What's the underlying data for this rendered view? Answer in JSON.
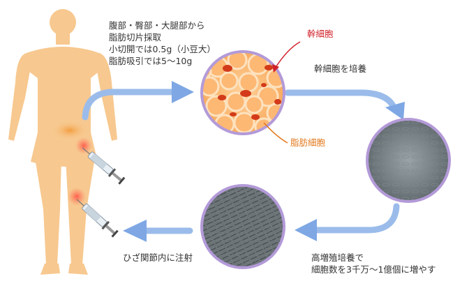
{
  "harvest_lines": [
    "腹部・臀部・大腿部から",
    "脂肪切片採取",
    "小切開では0.5g（小豆大）",
    "脂肪吸引では5〜10g"
  ],
  "stem_cell_label": "幹細胞",
  "fat_cell_label": "脂肪細胞",
  "culture_label": "幹細胞を培養",
  "expand_lines": [
    "高増殖培養で",
    "細胞数を3千万〜1億個に増やす"
  ],
  "inject_label": "ひざ関節内に注射",
  "colors": {
    "skin": "#f7c88f",
    "arrow": "#9bbcea",
    "ring": "#b39ad8",
    "stem_label": "#d0212a",
    "fat_label": "#e2781c"
  },
  "icons": [
    "syringe-icon",
    "syringe-icon"
  ]
}
